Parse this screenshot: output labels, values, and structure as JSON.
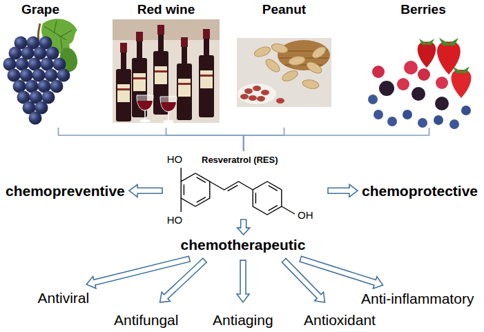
{
  "diagram": {
    "nodes": [
      {
        "text": [
          "Grape"
        ]
      },
      {
        "text": [
          "Red wine"
        ]
      },
      {
        "text": [
          "Peanut"
        ]
      },
      {
        "text": [
          "Berries"
        ]
      },
      {
        "text": [
          "Resveratrol (RES)"
        ]
      },
      {
        "text": [
          "chemopreventive"
        ]
      },
      {
        "text": [
          "chemoprotective"
        ]
      },
      {
        "text": [
          "chemotherapeutic"
        ]
      },
      {
        "text": [
          "Antiviral"
        ]
      },
      {
        "text": [
          "Antifungal"
        ]
      },
      {
        "text": [
          "Antiaging"
        ]
      },
      {
        "text": [
          "Antioxidant"
        ]
      },
      {
        "text": [
          "Anti-inflammatory"
        ]
      }
    ],
    "edges": [
      {
        "from": 0,
        "to": 4,
        "arrow": "none"
      },
      {
        "from": 1,
        "to": 4,
        "arrow": "none"
      },
      {
        "from": 2,
        "to": 4,
        "arrow": "none"
      },
      {
        "from": 3,
        "to": 4,
        "arrow": "none"
      },
      {
        "from": 4,
        "to": 5,
        "arrow": "to"
      },
      {
        "from": 4,
        "to": 6,
        "arrow": "to"
      },
      {
        "from": 4,
        "to": 7,
        "arrow": "to"
      },
      {
        "from": 7,
        "to": 8,
        "arrow": "to"
      },
      {
        "from": 7,
        "to": 9,
        "arrow": "to"
      },
      {
        "from": 7,
        "to": 10,
        "arrow": "to"
      },
      {
        "from": 7,
        "to": 11,
        "arrow": "to"
      },
      {
        "from": 7,
        "to": 12,
        "arrow": "to"
      }
    ],
    "labels": [
      "HO",
      "HO",
      "OH"
    ]
  }
}
